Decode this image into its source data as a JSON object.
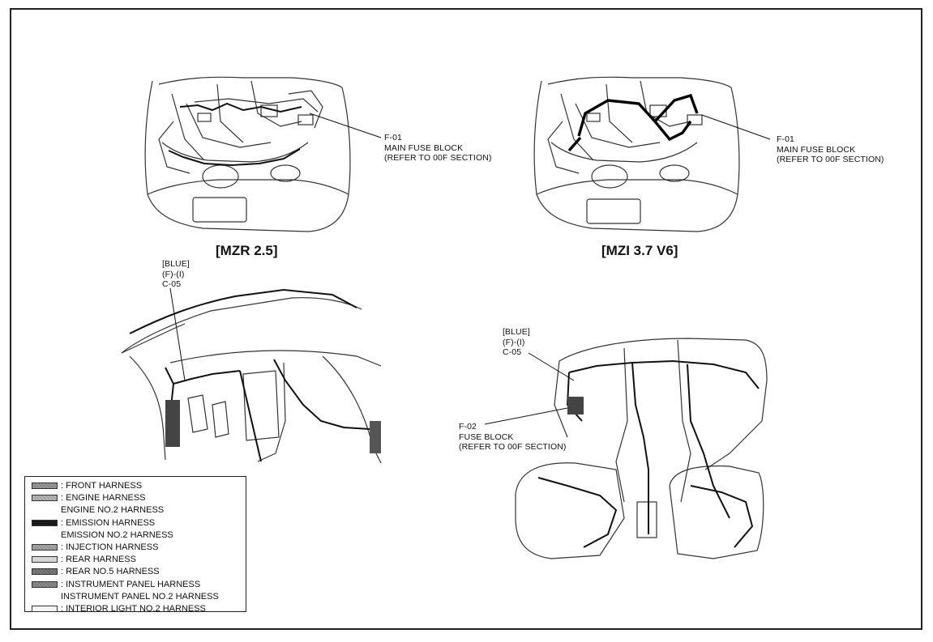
{
  "diagram": {
    "top_left": {
      "title": "[MZR 2.5]",
      "callout": [
        "F-01",
        "MAIN FUSE BLOCK",
        "(REFER TO 00F SECTION)"
      ]
    },
    "top_right": {
      "title": "[MZI 3.7 V6]",
      "callout": [
        "F-01",
        "MAIN FUSE BLOCK",
        "(REFER TO 00F SECTION)"
      ]
    },
    "bottom_left": {
      "callout": [
        "[BLUE]",
        "(F)-(I)",
        "C-05"
      ]
    },
    "bottom_right": {
      "connector_callout": [
        "[BLUE]",
        "(F)-(I)",
        "C-05"
      ],
      "fuse_callout": [
        "F-02",
        "FUSE BLOCK",
        "(REFER TO 00F SECTION)"
      ]
    }
  },
  "legend": {
    "items": [
      {
        "label": ": FRONT HARNESS",
        "swatch": "#9a9a9a"
      },
      {
        "label": ": ENGINE HARNESS",
        "swatch": "#b8b8b8"
      },
      {
        "label": "ENGINE NO.2 HARNESS",
        "swatch": null
      },
      {
        "label": ": EMISSION HARNESS",
        "swatch": "#1a1a1a"
      },
      {
        "label": "EMISSION NO.2 HARNESS",
        "swatch": null
      },
      {
        "label": ": INJECTION HARNESS",
        "swatch": "#a8a8a8"
      },
      {
        "label": ": REAR HARNESS",
        "swatch": "#d6d6d6"
      },
      {
        "label": ": REAR NO.5 HARNESS",
        "swatch": "#7a7a7a"
      },
      {
        "label": ": INSTRUMENT PANEL HARNESS",
        "swatch": "#8c8c8c"
      },
      {
        "label": "INSTRUMENT PANEL NO.2 HARNESS",
        "swatch": null
      },
      {
        "label": ": INTERIOR LIGHT NO.2 HARNESS",
        "swatch": "#f4f4f4"
      }
    ]
  }
}
